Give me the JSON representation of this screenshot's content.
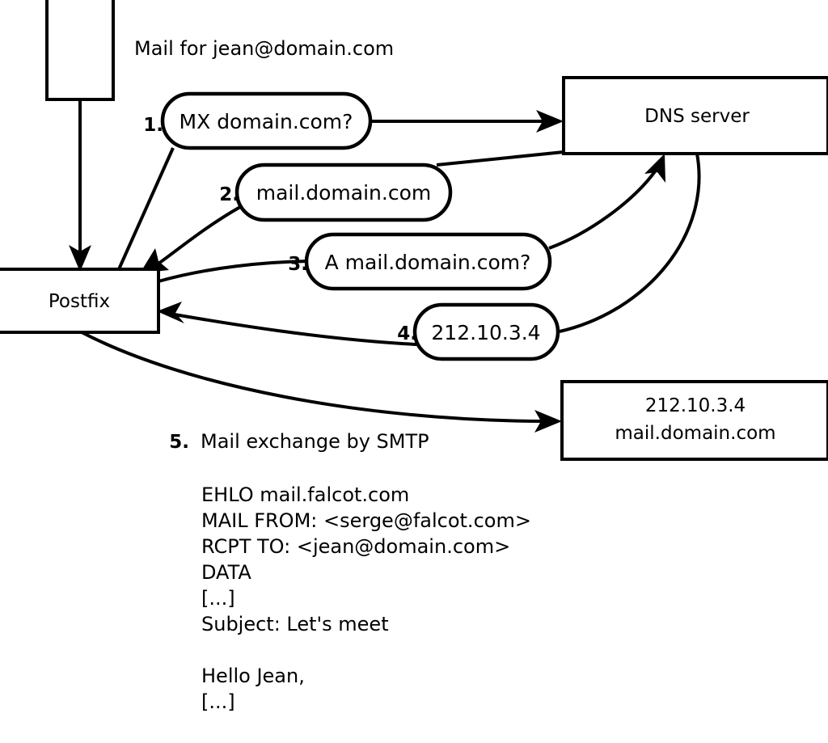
{
  "diagram": {
    "title_caption": "Mail for jean@domain.com",
    "nodes": [
      {
        "id": "source-box",
        "label": ""
      },
      {
        "id": "postfix",
        "label": "Postfix"
      },
      {
        "id": "dns-server",
        "label": "DNS server"
      },
      {
        "id": "mail-server",
        "label_line1": "212.10.3.4",
        "label_line2": "mail.domain.com"
      }
    ],
    "steps": [
      {
        "num": "1.",
        "text": "MX domain.com?"
      },
      {
        "num": "2.",
        "text": "mail.domain.com"
      },
      {
        "num": "3.",
        "text": "A mail.domain.com?"
      },
      {
        "num": "4.",
        "text": "212.10.3.4"
      }
    ],
    "step5": {
      "num": "5.",
      "text": "Mail exchange by SMTP"
    },
    "smtp_transcript": [
      "EHLO mail.falcot.com",
      "MAIL FROM: <serge@falcot.com>",
      "RCPT TO: <jean@domain.com>",
      "DATA",
      "[...]",
      "Subject: Let's meet",
      "",
      "Hello Jean,",
      "[...]",
      "",
      "."
    ],
    "colors": {
      "stroke": "#000000",
      "fill": "#ffffff"
    }
  }
}
